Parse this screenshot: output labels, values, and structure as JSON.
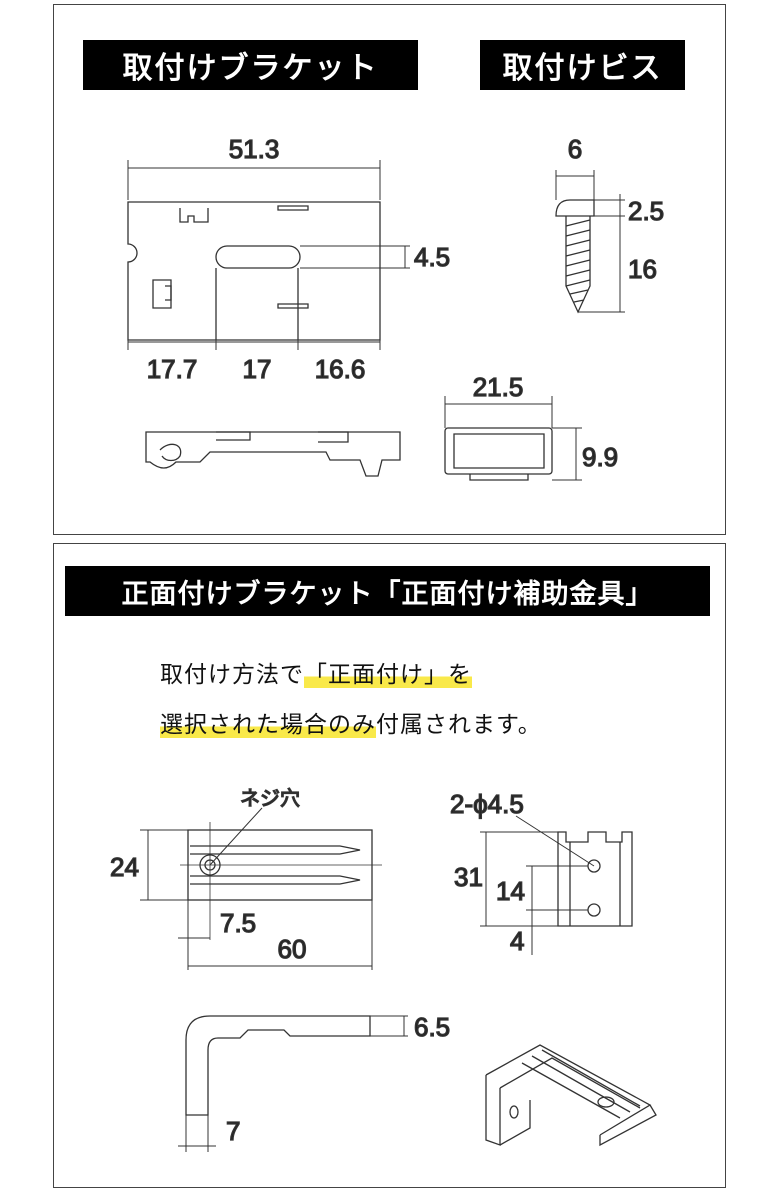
{
  "headers": {
    "bracket": "取付けブラケット",
    "screw": "取付けビス",
    "front_bracket": "正面付けブラケット「正面付け補助金具」"
  },
  "note": {
    "line1_plain": "取付け方法で",
    "line1_highlight": "「正面付け」を",
    "line2_highlight": "選択された場合のみ",
    "line2_plain": "付属されます。"
  },
  "dimensions": {
    "bracket_width": "51.3",
    "slot_height": "4.5",
    "seg_a": "17.7",
    "seg_b": "17",
    "seg_c": "16.6",
    "screw_head_w": "6",
    "screw_head_h": "2.5",
    "screw_len": "16",
    "side_width": "21.5",
    "side_height": "9.9",
    "front_height": "24",
    "screw_hole_label": "ネジ穴",
    "hole_offset": "7.5",
    "front_length": "60",
    "hole_spec": "2-ϕ4.5",
    "plate_height": "31",
    "hole_pitch": "14",
    "hole_bottom": "4",
    "thickness_top": "6.5",
    "thickness_leg": "7"
  },
  "colors": {
    "highlight": "#f9e94a",
    "label_bg": "#000000"
  }
}
